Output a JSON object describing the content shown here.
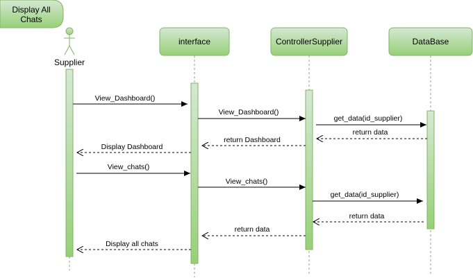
{
  "frame": {
    "title_line1": "Display All",
    "title_line2": "Chats"
  },
  "actor": {
    "name": "Supplier"
  },
  "participants": [
    {
      "name": "interface"
    },
    {
      "name": "ControllerSupplier"
    },
    {
      "name": "DataBase"
    }
  ],
  "messages": [
    {
      "label": "View_Dashboard()",
      "from": "Supplier",
      "to": "interface",
      "kind": "call"
    },
    {
      "label": "View_Dashboard()",
      "from": "interface",
      "to": "ControllerSupplier",
      "kind": "call"
    },
    {
      "label": "get_data(id_supplier)",
      "from": "ControllerSupplier",
      "to": "DataBase",
      "kind": "call"
    },
    {
      "label": "return data",
      "from": "DataBase",
      "to": "ControllerSupplier",
      "kind": "return"
    },
    {
      "label": "return Dashboard",
      "from": "ControllerSupplier",
      "to": "interface",
      "kind": "return"
    },
    {
      "label": "Display Dashboard",
      "from": "interface",
      "to": "Supplier",
      "kind": "return"
    },
    {
      "label": "View_chats()",
      "from": "Supplier",
      "to": "interface",
      "kind": "call"
    },
    {
      "label": "View_chats()",
      "from": "interface",
      "to": "ControllerSupplier",
      "kind": "call"
    },
    {
      "label": "get_data(id_supplier)",
      "from": "ControllerSupplier",
      "to": "DataBase",
      "kind": "call"
    },
    {
      "label": "return data",
      "from": "DataBase",
      "to": "ControllerSupplier",
      "kind": "return"
    },
    {
      "label": "return data",
      "from": "ControllerSupplier",
      "to": "interface",
      "kind": "return"
    },
    {
      "label": "Display all chats",
      "from": "interface",
      "to": "Supplier",
      "kind": "return"
    }
  ],
  "colors": {
    "fill_top": "#d5e8d4",
    "fill_bottom": "#97d077",
    "stroke": "#82b366",
    "line": "#000000",
    "lifeline": "#999999"
  }
}
